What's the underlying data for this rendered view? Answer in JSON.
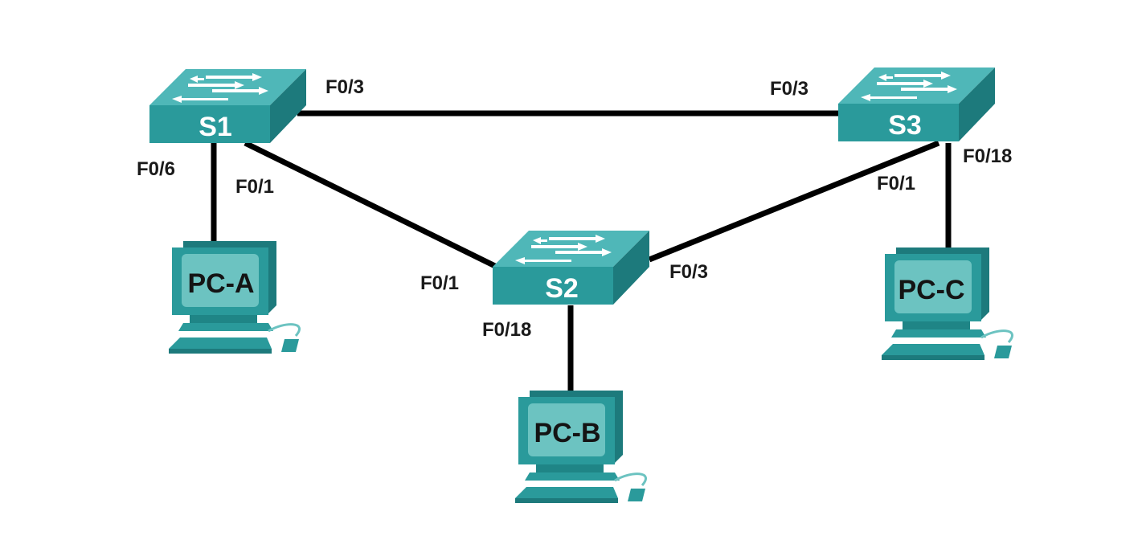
{
  "diagram": {
    "colors": {
      "device_face": "#2a9a9b",
      "device_top": "#4fb7b8",
      "device_side": "#1d7a7c",
      "screen": "#6cc3c1",
      "link": "#000000",
      "text": "#1a1a1a"
    },
    "switches": [
      {
        "id": "s1",
        "label": "S1"
      },
      {
        "id": "s2",
        "label": "S2"
      },
      {
        "id": "s3",
        "label": "S3"
      }
    ],
    "pcs": [
      {
        "id": "pca",
        "label": "PC-A"
      },
      {
        "id": "pcb",
        "label": "PC-B"
      },
      {
        "id": "pcc",
        "label": "PC-C"
      }
    ],
    "links": [
      {
        "from": "S1",
        "to": "S3",
        "from_port": "F0/3",
        "to_port": "F0/3"
      },
      {
        "from": "S1",
        "to": "S2",
        "from_port": "F0/1",
        "to_port": "F0/1"
      },
      {
        "from": "S3",
        "to": "S2",
        "from_port": "F0/1",
        "to_port": "F0/3"
      },
      {
        "from": "S1",
        "to": "PC-A",
        "from_port": "F0/6"
      },
      {
        "from": "S2",
        "to": "PC-B",
        "from_port": "F0/18"
      },
      {
        "from": "S3",
        "to": "PC-C",
        "from_port": "F0/18"
      }
    ]
  }
}
